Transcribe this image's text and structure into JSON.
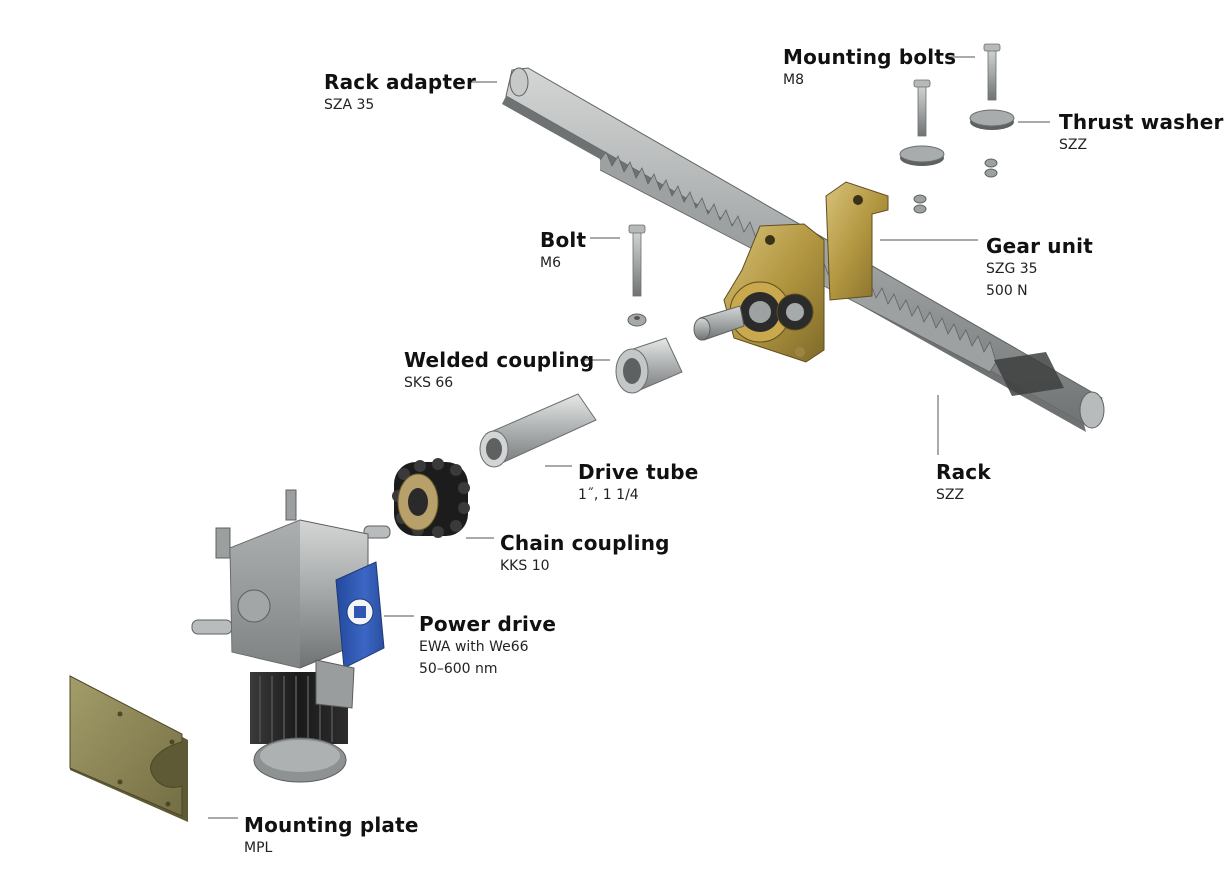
{
  "parts": {
    "rack_adapter": {
      "title": "Rack adapter",
      "lines": [
        "SZA 35"
      ]
    },
    "mounting_bolts": {
      "title": "Mounting bolts",
      "lines": [
        "M8"
      ]
    },
    "thrust_washer": {
      "title": "Thrust washer",
      "lines": [
        "SZZ"
      ]
    },
    "gear_unit": {
      "title": "Gear unit",
      "lines": [
        "SZG 35",
        "500 N"
      ]
    },
    "bolt": {
      "title": "Bolt",
      "lines": [
        "M6"
      ]
    },
    "welded_coupling": {
      "title": "Welded coupling",
      "lines": [
        "SKS 66"
      ]
    },
    "drive_tube": {
      "title": "Drive tube",
      "lines": [
        "1˝, 1 1/4"
      ]
    },
    "rack": {
      "title": "Rack",
      "lines": [
        "SZZ"
      ]
    },
    "chain_coupling": {
      "title": "Chain coupling",
      "lines": [
        "KKS 10"
      ]
    },
    "power_drive": {
      "title": "Power drive",
      "lines": [
        "EWA with We66",
        "50–600 nm"
      ]
    },
    "mounting_plate": {
      "title": "Mounting plate",
      "lines": [
        "MPL"
      ]
    }
  },
  "colors": {
    "steel": "#a9acab",
    "steel_dark": "#6f7272",
    "brass": "#b59a44",
    "drive_blue": "#2f57b3",
    "motor_black": "#1e1e1e",
    "plate_olive": "#8c8656",
    "leader": "#555555"
  },
  "icons": [
    "drive-logo-icon"
  ]
}
